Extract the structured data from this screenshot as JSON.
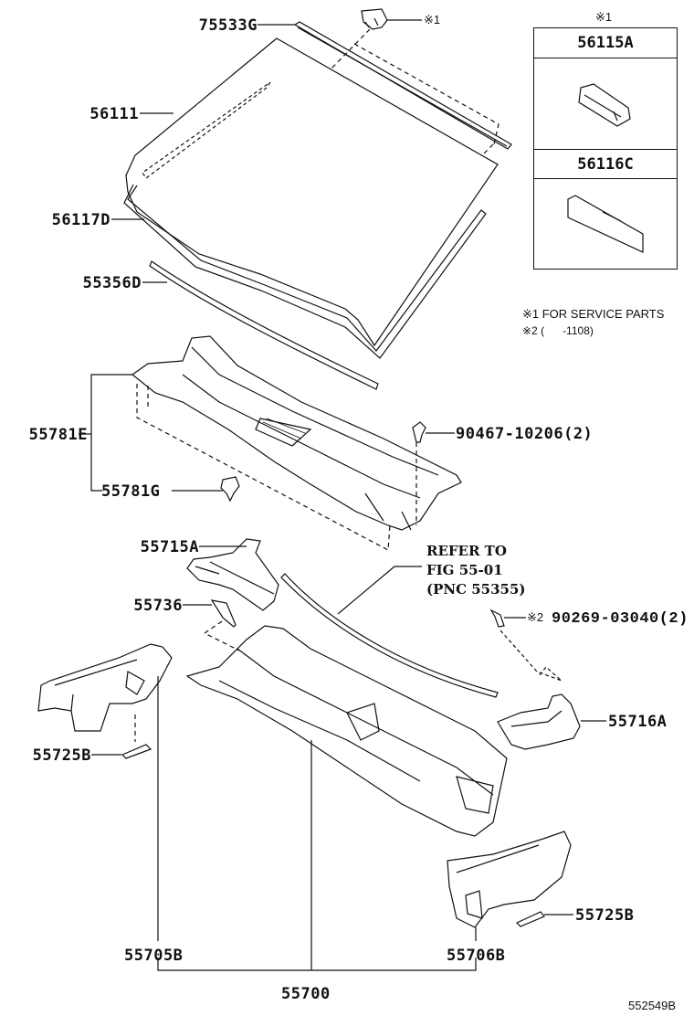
{
  "diagram": {
    "figure_id": "552549B",
    "parts": {
      "p75533G": "75533G",
      "p56111": "56111",
      "p56117D": "56117D",
      "p55356D": "55356D",
      "p55781E": "55781E",
      "p55781G": "55781G",
      "p90467": "90467-10206(2)",
      "p55715A": "55715A",
      "p55736": "55736",
      "p90269": "90269-03040(2)",
      "p55716A": "55716A",
      "p55725B_left": "55725B",
      "p55725B_right": "55725B",
      "p55705B": "55705B",
      "p55706B": "55706B",
      "p55700": "55700"
    },
    "marks": {
      "clip_mark": "※1",
      "bolt_mark": "※2"
    },
    "reference": {
      "line1": "REFER TO",
      "line2": "FIG 55-01",
      "line3": "(PNC 55355)"
    },
    "service_box": {
      "header_mark": "※1",
      "items": [
        {
          "part": "56115A",
          "icon": "clip-icon"
        },
        {
          "part": "56116C",
          "icon": "spacer-block-icon"
        }
      ]
    },
    "notes": {
      "note1": "※1 FOR SERVICE PARTS",
      "note2": "※2 (      -1108)"
    }
  }
}
